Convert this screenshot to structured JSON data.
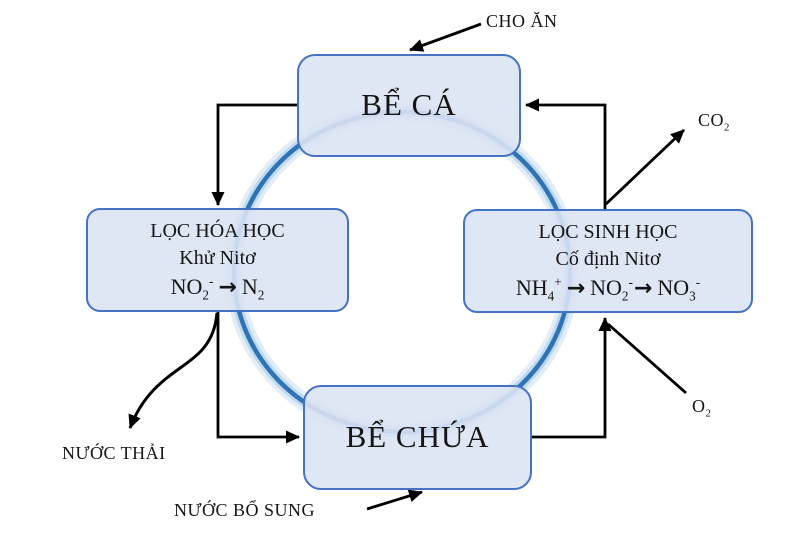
{
  "boxes": {
    "fish_tank": {
      "label": "BỂ CÁ"
    },
    "chemical_filter": {
      "title": "LỌC HÓA HỌC",
      "subtitle": "Khử Nitơ",
      "formula": {
        "c1": "NO",
        "c1_sub": "2",
        "c1_sup": "-",
        "arrow1": "→",
        "c2": "N",
        "c2_sub": "2"
      }
    },
    "biological_filter": {
      "title": "LỌC SINH HỌC",
      "subtitle": "Cố định Nitơ",
      "formula": {
        "c1": "NH",
        "c1_sub": "4",
        "c1_sup": "+",
        "arrow1": "→",
        "c2": "NO",
        "c2_sub": "2",
        "c2_sup": "-",
        "arrow2": "→",
        "c3": "NO",
        "c3_sub": "3",
        "c3_sup": "-"
      }
    },
    "storage_tank": {
      "label": "BỂ CHỨA"
    }
  },
  "labels": {
    "feeding": "CHO ĂN",
    "co2": {
      "base": "CO",
      "sub": "2"
    },
    "o2": {
      "base": "O",
      "sub": "2"
    },
    "waste_water": "NƯỚC THẢI",
    "makeup_water": "NƯỚC BỔ SUNG"
  },
  "colors": {
    "box_fill": "#dbe3f3",
    "box_border": "#4472c4",
    "circle_stroke": "#2e74b5",
    "circle_glow": "#9dc3e6",
    "arrow_color": "#000000"
  }
}
